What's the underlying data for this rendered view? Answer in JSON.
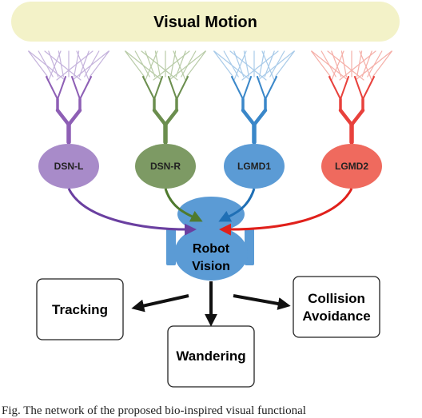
{
  "banner": {
    "title": "Visual Motion"
  },
  "neurons": [
    {
      "label": "DSN-L",
      "color": "#8e5fb5",
      "fill": "#a88bc9",
      "light": "#c5b3dc"
    },
    {
      "label": "DSN-R",
      "color": "#6b8e4e",
      "fill": "#7d9a64",
      "light": "#b9cca8"
    },
    {
      "label": "LGMD1",
      "color": "#3a87c9",
      "fill": "#5b9bd5",
      "light": "#a9cbe9"
    },
    {
      "label": "LGMD2",
      "color": "#e8413c",
      "fill": "#ef6a5e",
      "light": "#f5b0a9"
    }
  ],
  "robot": {
    "line1": "Robot",
    "line2": "Vision",
    "color": "#5b9bd5"
  },
  "behaviors": {
    "tracking": "Tracking",
    "wandering": "Wandering",
    "collision_line1": "Collision",
    "collision_line2": "Avoidance"
  },
  "caption": "Fig. The network of the proposed bio-inspired visual functional"
}
